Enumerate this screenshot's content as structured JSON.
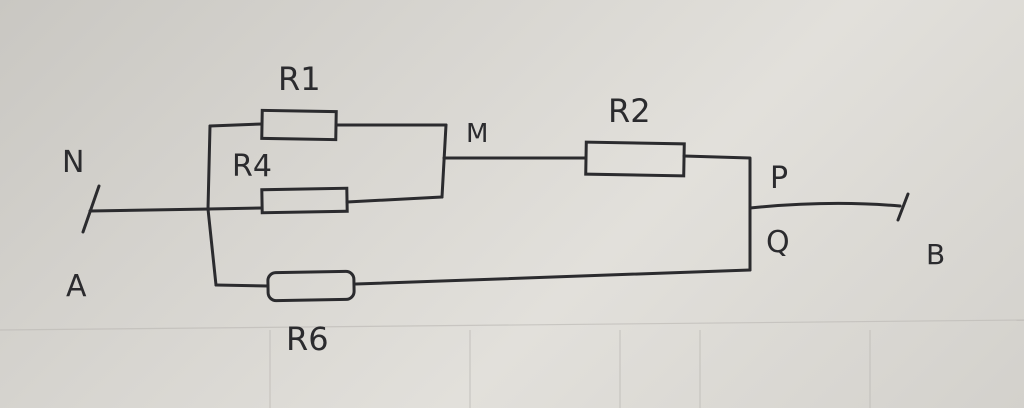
{
  "diagram": {
    "nodes": {
      "n": "N",
      "a": "A",
      "m": "M",
      "p": "P",
      "q": "Q",
      "b": "B"
    },
    "resistors": {
      "r1": "R1",
      "r4": "R4",
      "r2": "R2",
      "r6": "R6"
    }
  }
}
